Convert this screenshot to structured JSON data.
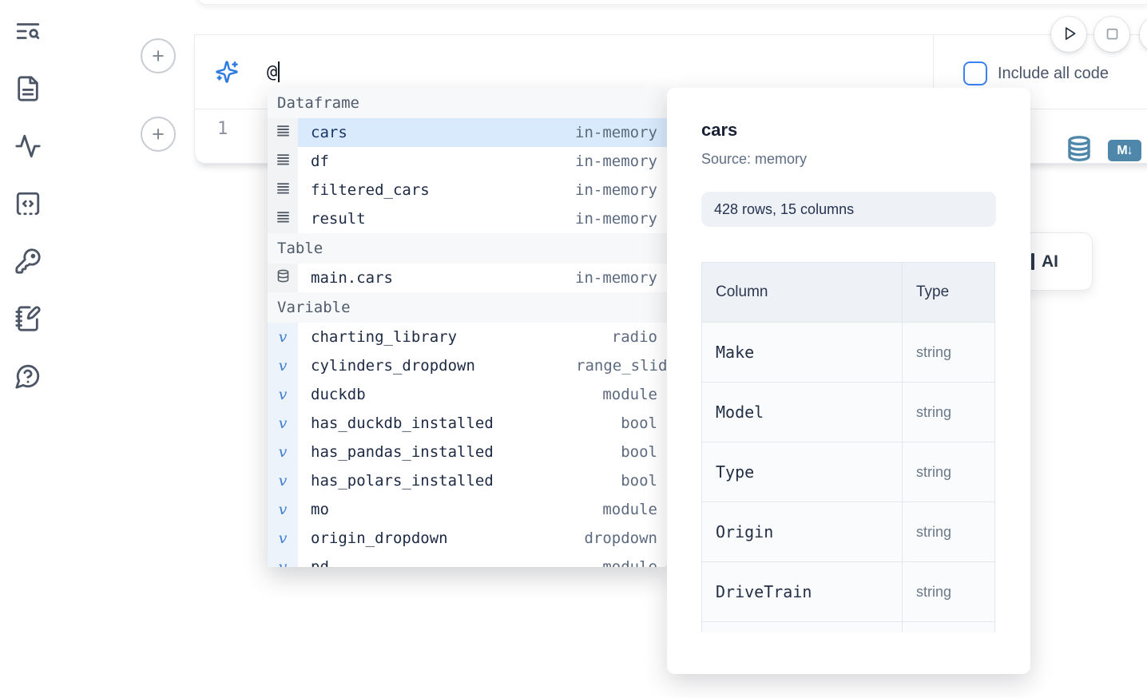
{
  "sidebar": {
    "items": [
      {
        "icon": "text-search-icon"
      },
      {
        "icon": "file-document-icon"
      },
      {
        "icon": "activity-icon"
      },
      {
        "icon": "code-snippets-icon"
      },
      {
        "icon": "key-icon"
      },
      {
        "icon": "notebook-pen-icon"
      },
      {
        "icon": "help-chat-icon"
      }
    ]
  },
  "run_controls": {
    "play_icon": "play-icon",
    "stop_icon": "stop-icon"
  },
  "ai_prompt": {
    "sparkle_icon": "sparkles-icon",
    "value": "@",
    "include_all_code_label": "Include all code"
  },
  "editor": {
    "line_number": "1",
    "cell_type_icons": [
      "database-icon",
      "markdown-icon"
    ],
    "markdown_badge": "M↓"
  },
  "autocomplete": {
    "sections": [
      {
        "label": "Dataframe",
        "items": [
          {
            "icon": "dataframe-icon",
            "name": "cars",
            "type": "in-memory",
            "selected": true
          },
          {
            "icon": "dataframe-icon",
            "name": "df",
            "type": "in-memory"
          },
          {
            "icon": "dataframe-icon",
            "name": "filtered_cars",
            "type": "in-memory"
          },
          {
            "icon": "dataframe-icon",
            "name": "result",
            "type": "in-memory"
          }
        ]
      },
      {
        "label": "Table",
        "items": [
          {
            "icon": "database-icon",
            "name": "main.cars",
            "type": "in-memory"
          }
        ]
      },
      {
        "label": "Variable",
        "items": [
          {
            "icon": "variable-icon",
            "name": "charting_library",
            "type": "radio"
          },
          {
            "icon": "variable-icon",
            "name": "cylinders_dropdown",
            "type": "range_slider",
            "type_clipped": true
          },
          {
            "icon": "variable-icon",
            "name": "duckdb",
            "type": "module"
          },
          {
            "icon": "variable-icon",
            "name": "has_duckdb_installed",
            "type": "bool"
          },
          {
            "icon": "variable-icon",
            "name": "has_pandas_installed",
            "type": "bool"
          },
          {
            "icon": "variable-icon",
            "name": "has_polars_installed",
            "type": "bool"
          },
          {
            "icon": "variable-icon",
            "name": "mo",
            "type": "module"
          },
          {
            "icon": "variable-icon",
            "name": "origin_dropdown",
            "type": "dropdown"
          },
          {
            "icon": "variable-icon",
            "name": "pd",
            "type": "module",
            "partially_visible": true
          }
        ]
      }
    ]
  },
  "preview": {
    "title": "cars",
    "source": "Source: memory",
    "shape_badge": "428 rows, 15 columns",
    "table": {
      "headers": [
        "Column",
        "Type"
      ],
      "rows": [
        [
          "Make",
          "string"
        ],
        [
          "Model",
          "string"
        ],
        [
          "Type",
          "string"
        ],
        [
          "Origin",
          "string"
        ],
        [
          "DriveTrain",
          "string"
        ]
      ]
    }
  },
  "ai_button": {
    "label": "AI"
  },
  "colors": {
    "accent_blue": "#3b82f6",
    "icon_steel_blue": "#4e87aa",
    "selected_row_bg": "#d9eafc",
    "panel_border": "#e9ebef"
  }
}
